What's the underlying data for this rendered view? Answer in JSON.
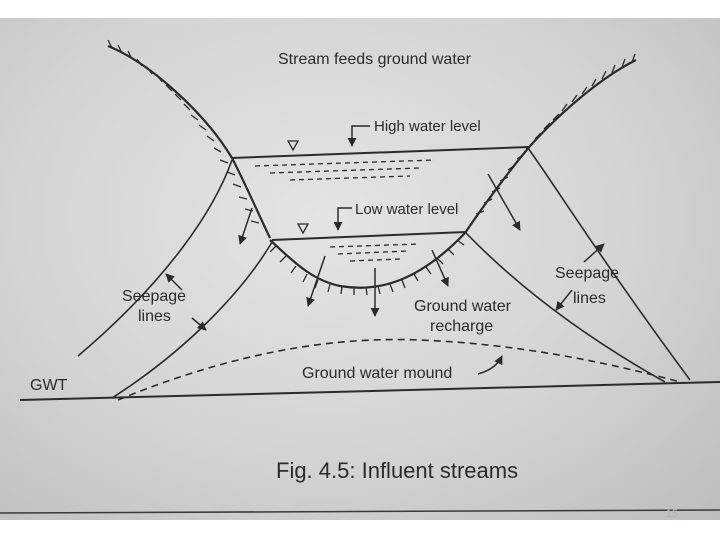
{
  "figure": {
    "caption": "Fig. 4.5: Influent streams",
    "labels": {
      "title": "Stream feeds ground water",
      "high_water_level": "High water level",
      "low_water_level": "Low water level",
      "seepage_lines_left_1": "Seepage",
      "seepage_lines_left_2": "lines",
      "seepage_lines_right_1": "Seepage",
      "seepage_lines_right_2": "lines",
      "ground_water_recharge_1": "Ground water",
      "ground_water_recharge_2": "recharge",
      "ground_water_mound": "Ground water mound",
      "gwt": "GWT"
    }
  },
  "slide": {
    "page_number": "15"
  }
}
